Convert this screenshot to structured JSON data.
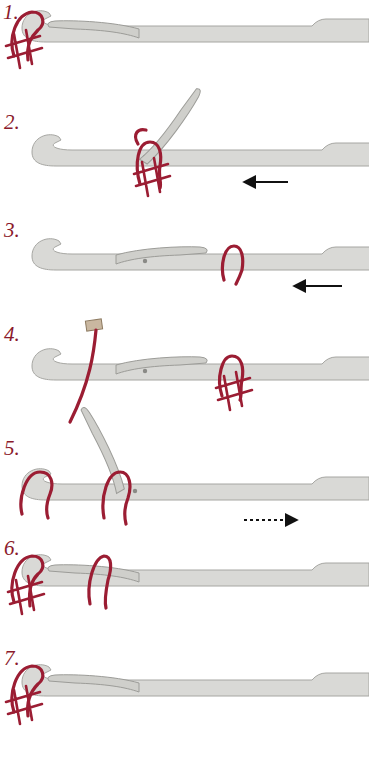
{
  "diagram": {
    "labels": [
      "1.",
      "2.",
      "3.",
      "4.",
      "5.",
      "6.",
      "7."
    ]
  }
}
